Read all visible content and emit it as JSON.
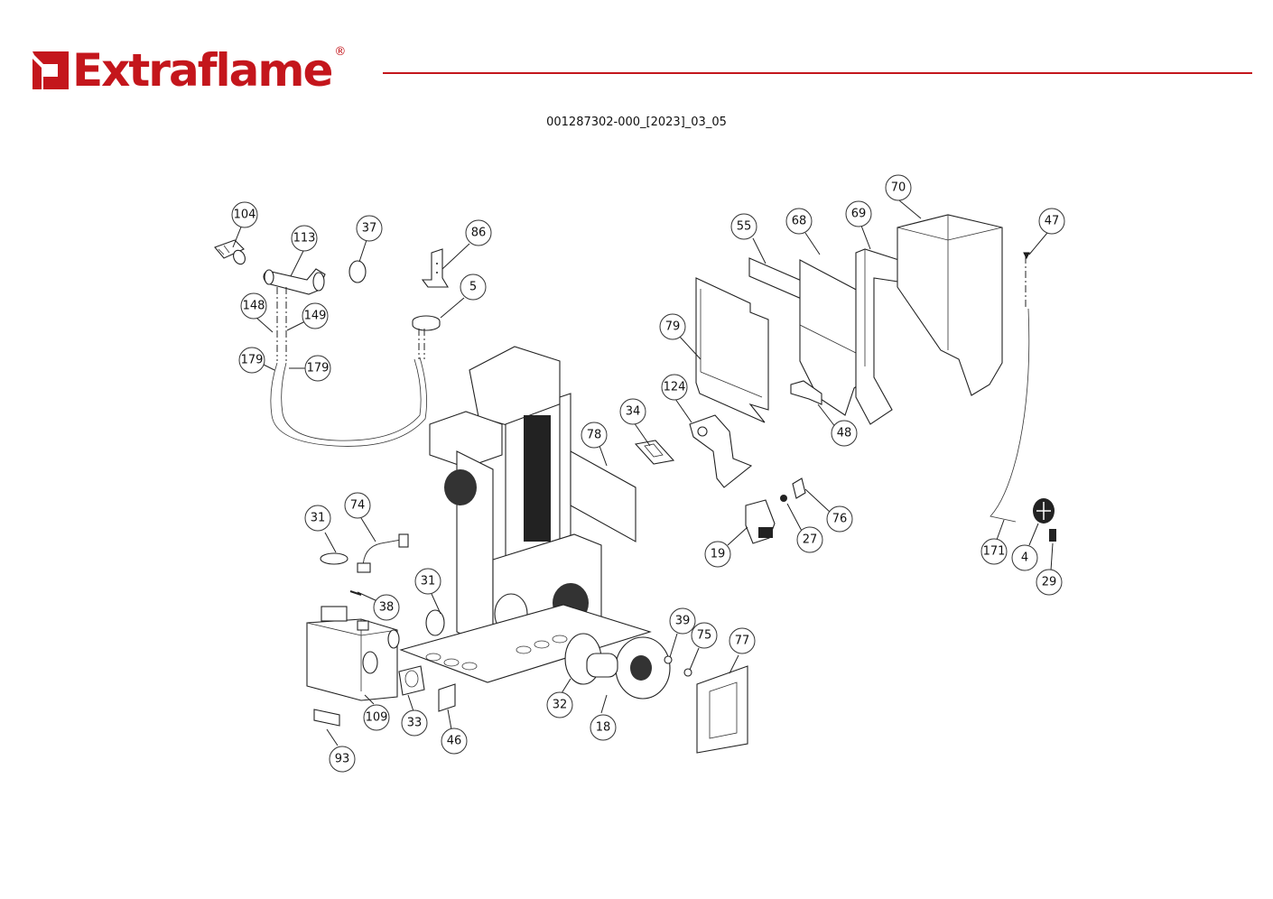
{
  "brand": {
    "name": "Extraflame",
    "registered_mark": "®",
    "color": "#c4161c",
    "rule_color": "#c4161c"
  },
  "document": {
    "code": "001287302-000_[2023]_03_05"
  },
  "diagram": {
    "type": "exploded parts view",
    "callouts": [
      {
        "id": "c104",
        "label": "104"
      },
      {
        "id": "c113",
        "label": "113"
      },
      {
        "id": "c37",
        "label": "37"
      },
      {
        "id": "c86",
        "label": "86"
      },
      {
        "id": "c5",
        "label": "5"
      },
      {
        "id": "c148",
        "label": "148"
      },
      {
        "id": "c149",
        "label": "149"
      },
      {
        "id": "c179a",
        "label": "179"
      },
      {
        "id": "c179b",
        "label": "179"
      },
      {
        "id": "c55",
        "label": "55"
      },
      {
        "id": "c68",
        "label": "68"
      },
      {
        "id": "c69",
        "label": "69"
      },
      {
        "id": "c70",
        "label": "70"
      },
      {
        "id": "c47",
        "label": "47"
      },
      {
        "id": "c79",
        "label": "79"
      },
      {
        "id": "c124",
        "label": "124"
      },
      {
        "id": "c48",
        "label": "48"
      },
      {
        "id": "c34",
        "label": "34"
      },
      {
        "id": "c78",
        "label": "78"
      },
      {
        "id": "c76",
        "label": "76"
      },
      {
        "id": "c27",
        "label": "27"
      },
      {
        "id": "c19",
        "label": "19"
      },
      {
        "id": "c171",
        "label": "171"
      },
      {
        "id": "c4",
        "label": "4"
      },
      {
        "id": "c29",
        "label": "29"
      },
      {
        "id": "c31a",
        "label": "31"
      },
      {
        "id": "c74",
        "label": "74"
      },
      {
        "id": "c31b",
        "label": "31"
      },
      {
        "id": "c38",
        "label": "38"
      },
      {
        "id": "c39",
        "label": "39"
      },
      {
        "id": "c75",
        "label": "75"
      },
      {
        "id": "c77",
        "label": "77"
      },
      {
        "id": "c109",
        "label": "109"
      },
      {
        "id": "c33",
        "label": "33"
      },
      {
        "id": "c46",
        "label": "46"
      },
      {
        "id": "c32",
        "label": "32"
      },
      {
        "id": "c18",
        "label": "18"
      },
      {
        "id": "c93",
        "label": "93"
      }
    ]
  }
}
